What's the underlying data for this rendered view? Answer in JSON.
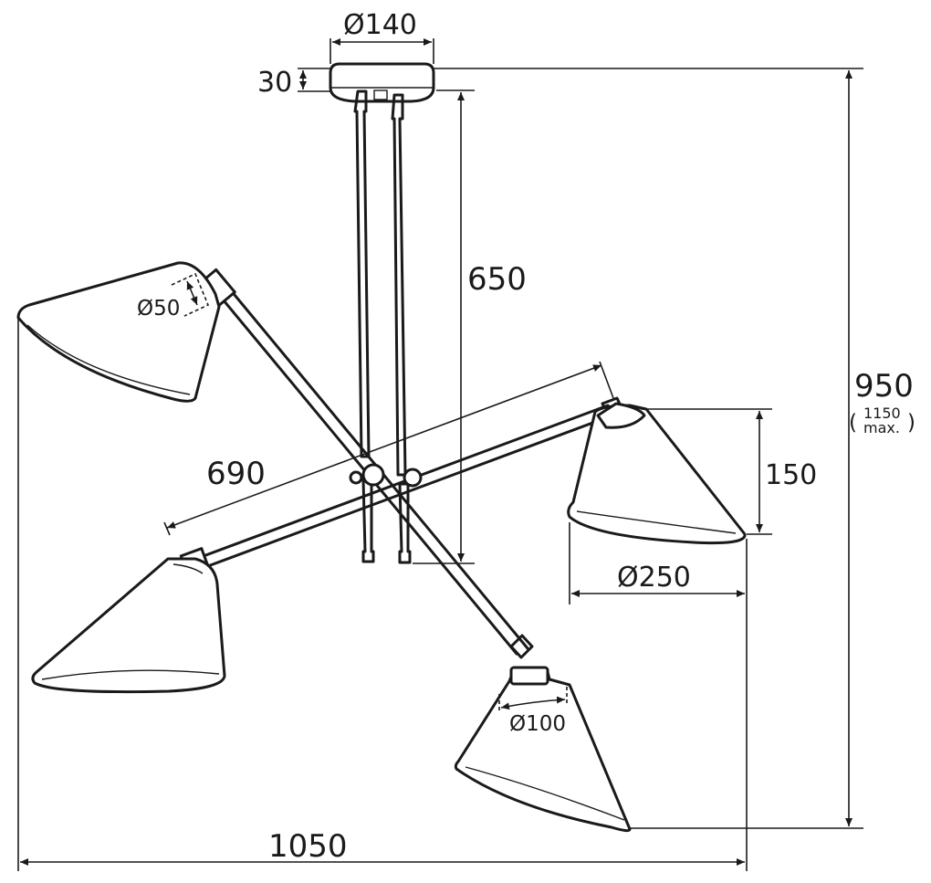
{
  "dimensions": {
    "canopy_diameter": "Ø140",
    "canopy_height": "30",
    "rod_length": "650",
    "total_height": "950",
    "total_height_max_value": "1150",
    "total_height_max_unit": "max.",
    "arm_span": "690",
    "shade_height": "150",
    "shade_bottom_diameter": "Ø250",
    "shade_top_diameter": "Ø100",
    "socket_diameter": "Ø50",
    "total_width": "1050"
  }
}
